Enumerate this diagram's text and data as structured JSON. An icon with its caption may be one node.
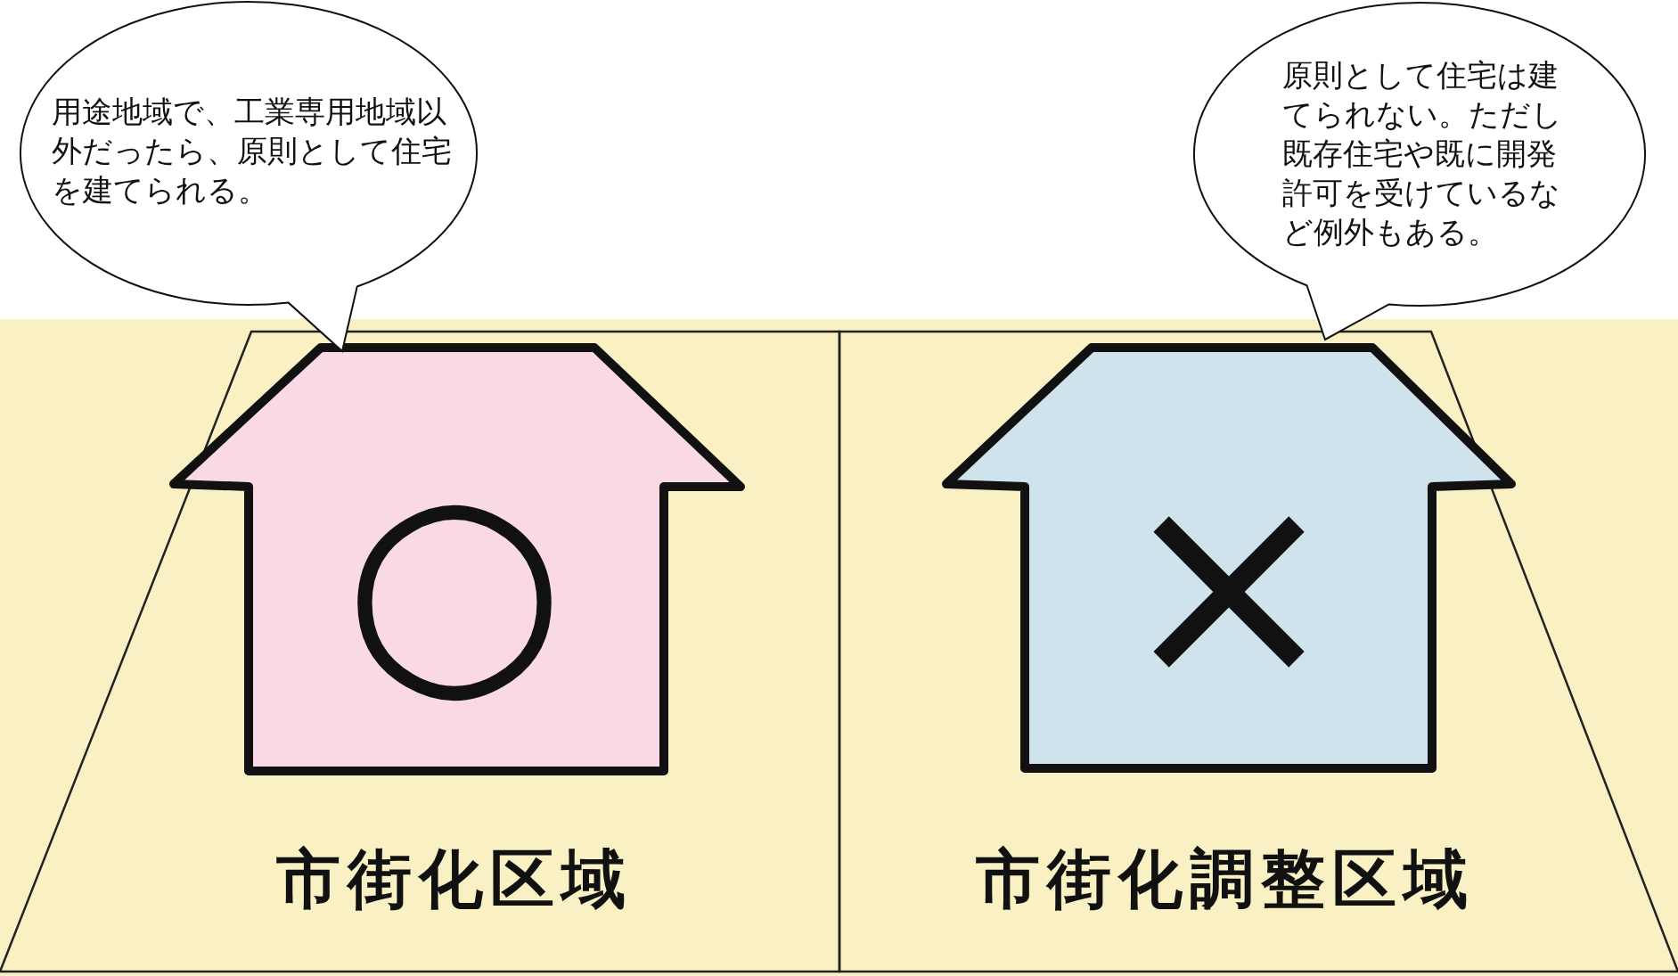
{
  "diagram": {
    "nodes": [
      {
        "text": [
          "用途地域で、工業専用地域以外だったら、原則として住宅を建てられる。"
        ]
      },
      {
        "text": [
          "原則として住宅は建てられない。ただし既存住宅や既に開発許可を受けているなど例外もある。"
        ]
      },
      {
        "text": [
          "市街化区域"
        ]
      },
      {
        "text": [
          "○"
        ],
        "in": 2
      },
      {
        "text": [
          "市街化調整区域"
        ]
      },
      {
        "text": [
          "×"
        ],
        "in": 4
      }
    ]
  }
}
